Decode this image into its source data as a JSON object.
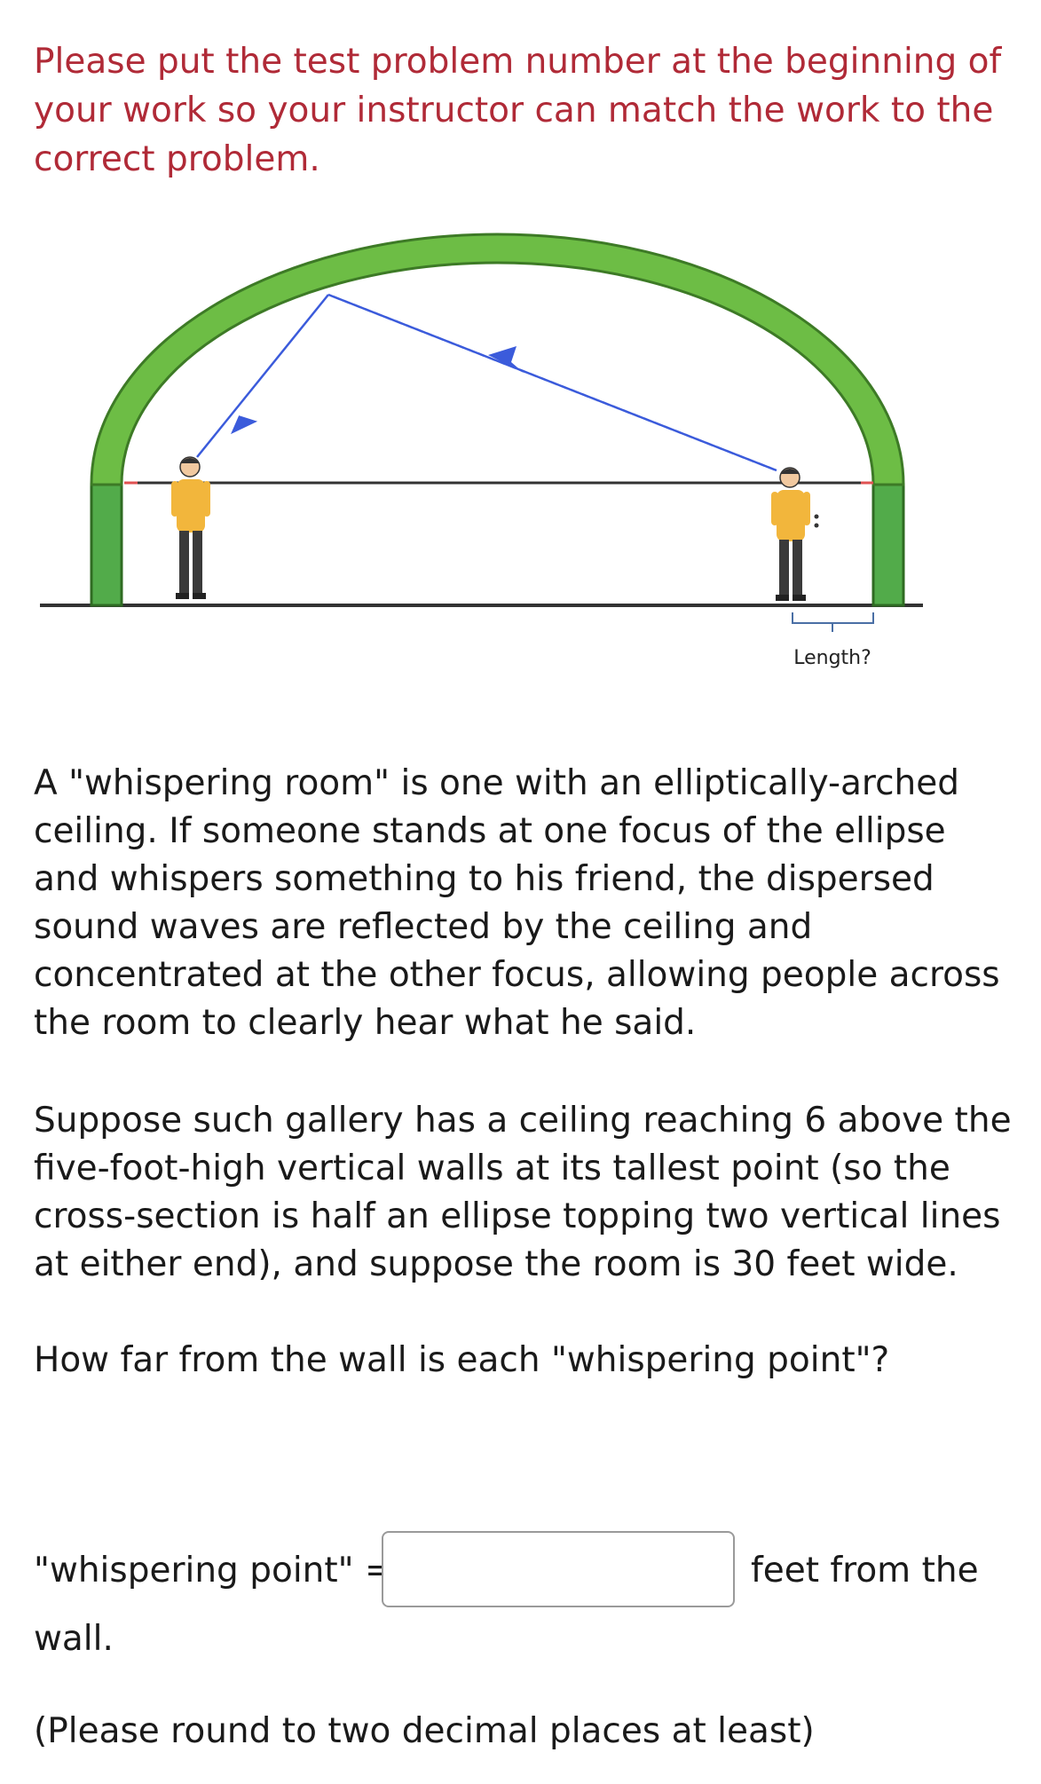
{
  "notice": "Please put the test problem number at the beginning of your work so your instructor can match the work to the correct problem.",
  "figure": {
    "length_label": "Length?",
    "colors": {
      "arch": "#6dbd45",
      "arch_outline": "#3d7a26",
      "wall": "#52ab4a",
      "ray": "#3b5bdb",
      "shirt": "#f2b63c",
      "pants": "#3a3a3a"
    }
  },
  "problem": {
    "paragraph1": "A \"whispering room\" is one with an elliptically-arched ceiling. If someone stands at one focus of the ellipse and whispers something to his friend, the dispersed sound waves are reflected by the ceiling and concentrated at the other focus, allowing people across the room to clearly hear what he said.",
    "paragraph2": "Suppose such gallery has a ceiling reaching 6 above the five-foot-high vertical walls at its tallest point (so the cross-section is half an ellipse topping two vertical lines at either end), and suppose the room is 30 feet wide.",
    "question": "How far from the wall is each \"whispering point\"?"
  },
  "answer": {
    "prefix": "\"whispering point\" =",
    "value": "",
    "suffix": "feet from the",
    "suffix_wrap": "wall.",
    "note": "(Please round to two decimal places at least)"
  }
}
